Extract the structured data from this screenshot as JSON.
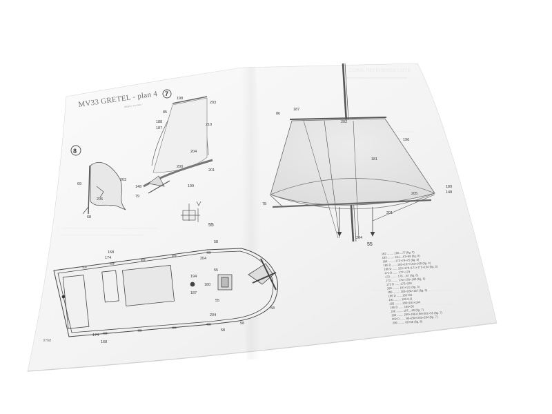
{
  "plan": {
    "title": "MV33 GRETEL - plan 4",
    "plan_number": "7",
    "subtitle": "Allegrini / Leo Navi",
    "flag_detail_number": "8",
    "footer_code": "0768",
    "ghost_header": "CORAL REFERENCE LISTE"
  },
  "labels": {
    "sail_detail": [
      "198",
      "85",
      "188",
      "187",
      "203",
      "210",
      "204",
      "200",
      "201",
      "148",
      "199",
      "79"
    ],
    "flag": [
      "69",
      "203",
      "206",
      "68"
    ],
    "belay": [
      "55"
    ],
    "mast": [
      "86",
      "187",
      "202",
      "196",
      "181",
      "189",
      "148",
      "78",
      "205",
      "201",
      "204",
      "55"
    ],
    "deck": [
      "168",
      "174",
      "58",
      "204",
      "55",
      "194",
      "180",
      "187",
      "55",
      "174",
      "168",
      "58",
      "58",
      "204",
      "58"
    ]
  },
  "parts_table": [
    "182 ........ 160....77 (fig. 2)",
    "183 ........ 161....67+68 (fig. 6)",
    "184 ........ 172+74+75 (fig. 6)",
    "185 D ...... 165+167+163+169 (fig. 4)",
    "186 D ...... 153+170+171+172+154 (fig. 5)",
    "171 D ...... 177+179",
    "172 ........ 176....87 (fig. 6)",
    "173 ........ 175+178+180 (fig. 6)",
    "175 D ...... 175+158",
    "180 ........ 181+111 (fig. 3)",
    "185 ........ 183+184+187 (fig. 3)",
    "186 D ...... 182+56",
    "191 ........ 183+111",
    "192 ........ 189+191+194",
    "195 D ...... 193+58",
    "196 ........ 197....80 (fig. 7)",
    "198 ........ 200+196+198+201+55 (fig. 7)",
    "202 D ...... 80+200+203+204 (fig. 7)",
    "206 ........ 69+68 (fig. 8)"
  ]
}
